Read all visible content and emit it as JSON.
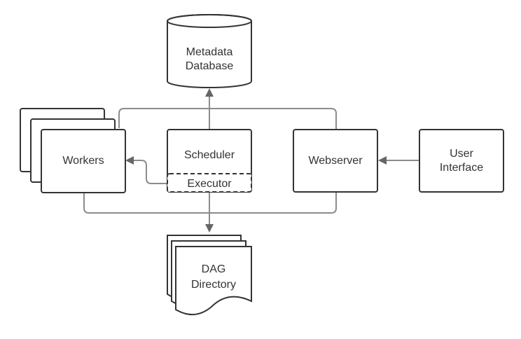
{
  "nodes": {
    "metadata_database": {
      "line1": "Metadata",
      "line2": "Database"
    },
    "workers": {
      "label": "Workers"
    },
    "scheduler": {
      "label": "Scheduler"
    },
    "executor": {
      "label": "Executor"
    },
    "webserver": {
      "label": "Webserver"
    },
    "user_interface": {
      "line1": "User",
      "line2": "Interface"
    },
    "dag_directory": {
      "line1": "DAG",
      "line2": "Directory"
    }
  },
  "colors": {
    "stroke": "#333333",
    "connector": "#8c8c8c",
    "arrowhead": "#666666",
    "text": "#333333"
  }
}
